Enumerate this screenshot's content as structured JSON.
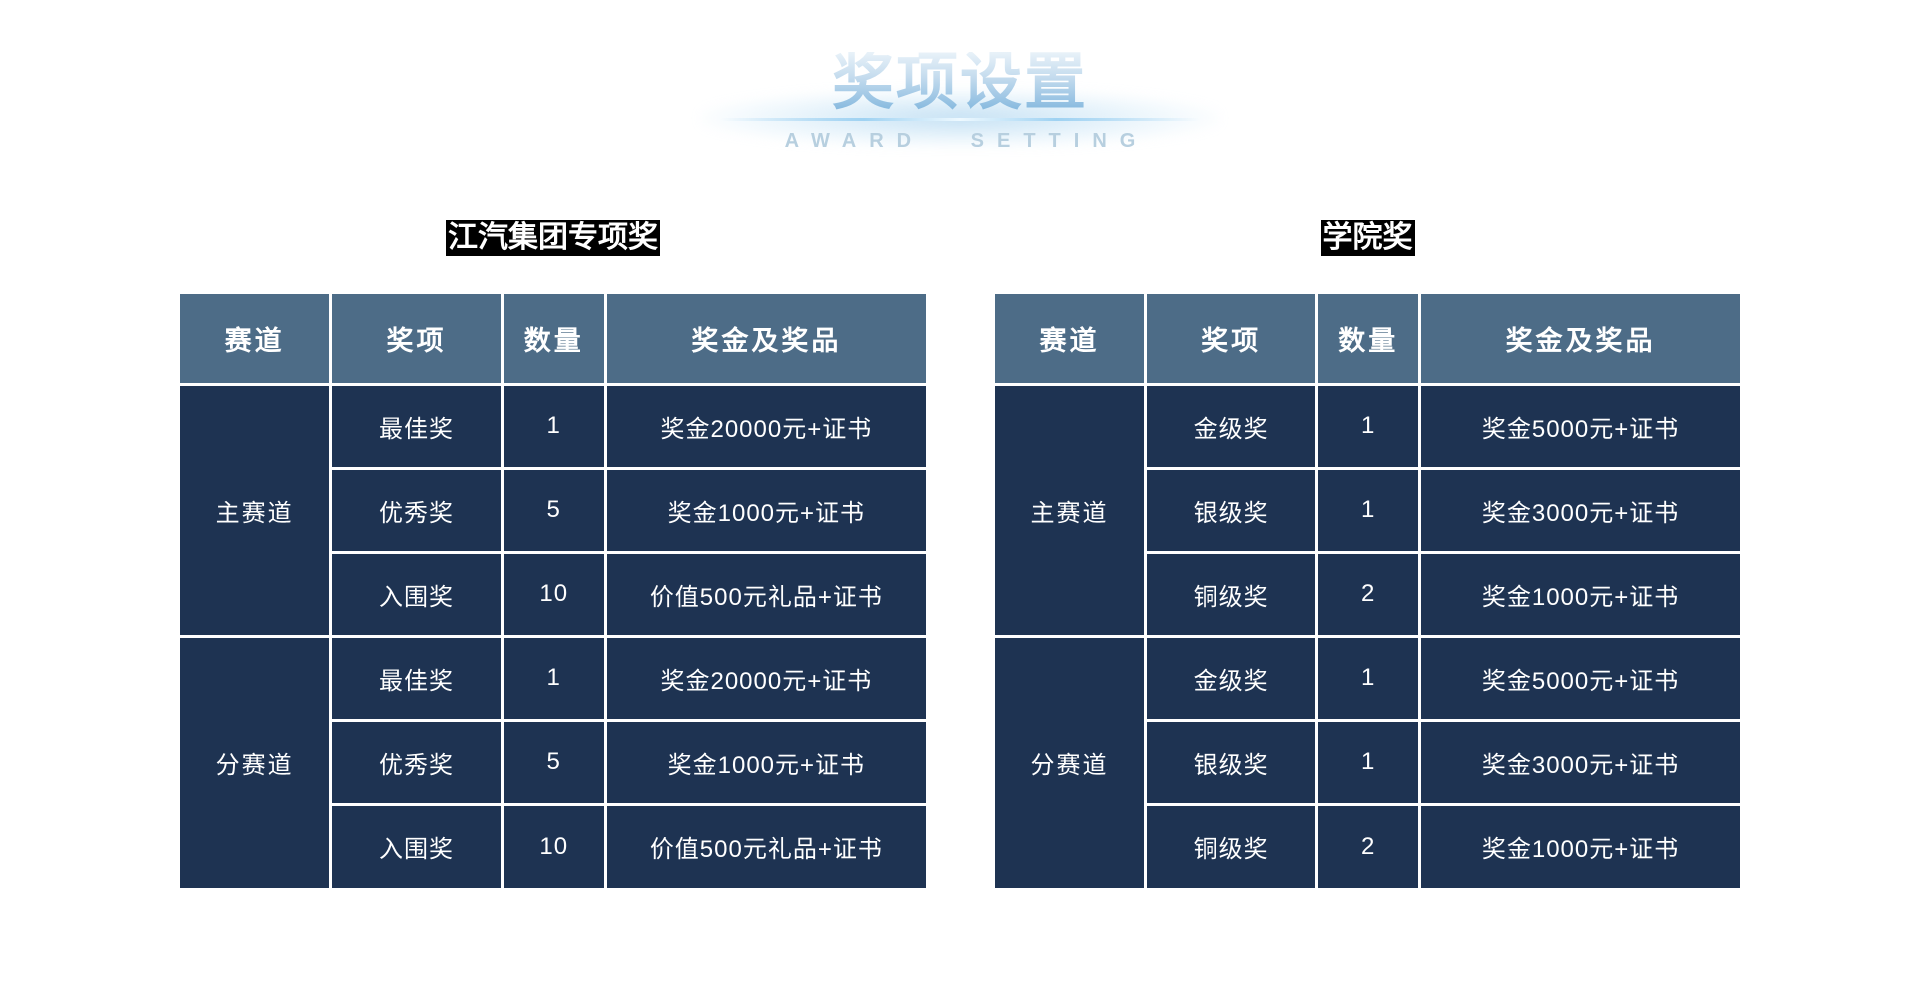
{
  "hero": {
    "title_cn": "奖项设置",
    "title_en": "AWARD SETTING"
  },
  "colors": {
    "table_header_bg": "#4d6c87",
    "table_body_bg": "#1e3352",
    "table_border": "#ffffff",
    "table_text": "#ffffff",
    "hero_gradient_top": "#e9f2f9",
    "hero_gradient_bottom": "#7fb5dd",
    "hero_subtitle": "#b7cfdf",
    "section_title_bg": "#000000",
    "section_title_text": "#ffffff"
  },
  "tables": [
    {
      "title": "江汽集团专项奖",
      "columns": [
        "赛道",
        "奖项",
        "数量",
        "奖金及奖品"
      ],
      "groups": [
        {
          "track": "主赛道",
          "rows": [
            [
              "最佳奖",
              "1",
              "奖金20000元+证书"
            ],
            [
              "优秀奖",
              "5",
              "奖金1000元+证书"
            ],
            [
              "入围奖",
              "10",
              "价值500元礼品+证书"
            ]
          ]
        },
        {
          "track": "分赛道",
          "rows": [
            [
              "最佳奖",
              "1",
              "奖金20000元+证书"
            ],
            [
              "优秀奖",
              "5",
              "奖金1000元+证书"
            ],
            [
              "入围奖",
              "10",
              "价值500元礼品+证书"
            ]
          ]
        }
      ]
    },
    {
      "title": "学院奖",
      "columns": [
        "赛道",
        "奖项",
        "数量",
        "奖金及奖品"
      ],
      "groups": [
        {
          "track": "主赛道",
          "rows": [
            [
              "金级奖",
              "1",
              "奖金5000元+证书"
            ],
            [
              "银级奖",
              "1",
              "奖金3000元+证书"
            ],
            [
              "铜级奖",
              "2",
              "奖金1000元+证书"
            ]
          ]
        },
        {
          "track": "分赛道",
          "rows": [
            [
              "金级奖",
              "1",
              "奖金5000元+证书"
            ],
            [
              "银级奖",
              "1",
              "奖金3000元+证书"
            ],
            [
              "铜级奖",
              "2",
              "奖金1000元+证书"
            ]
          ]
        }
      ]
    }
  ]
}
